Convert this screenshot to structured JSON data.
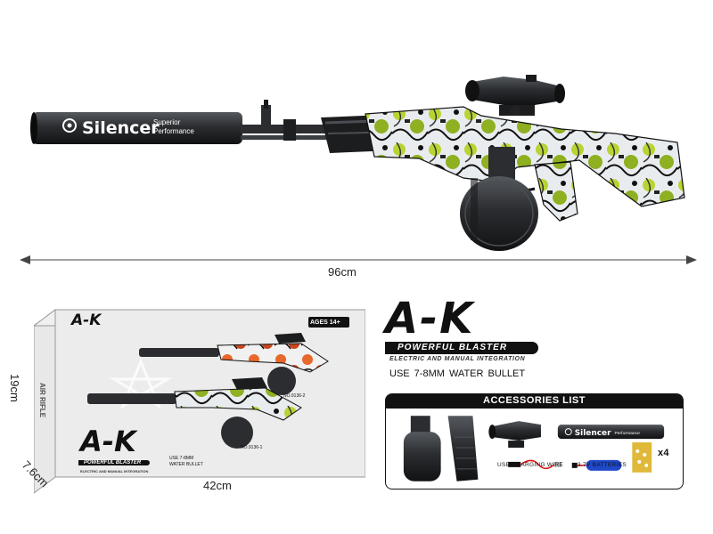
{
  "rifle": {
    "silencer_text": "Silencer",
    "silencer_tag_1": "Superior",
    "silencer_tag_2": "Performance"
  },
  "dimensions": {
    "length": "96cm",
    "height": "19cm",
    "depth": "7.6cm",
    "width": "42cm"
  },
  "box": {
    "brand": "A-K",
    "ages_badge": "AGES 14+",
    "front_brand": "A-K",
    "front_sub": "POWERFUL BLASTER",
    "front_sub2": "ELECTRIC AND MANUAL INTEGRATION",
    "front_usage": "USE 7-8MM WATER BULLET",
    "model_top": "NO.9136-2",
    "model_bottom": "NO.9136-1",
    "side_text": "AIR RIFLE"
  },
  "product": {
    "title": "A-K",
    "subtitle": "POWERFUL BLASTER",
    "subtitle2": "ELECTRIC AND MANUAL INTEGRATION",
    "usage": "USE 7-8MM   WATER BULLET"
  },
  "accessories": {
    "title": "ACCESSORIES LIST",
    "usb_caption": "USB CHARGING WIRE",
    "battery_caption": "3.7V BATTERIES",
    "bullets_count": "x4",
    "silencer_text": "Silencer",
    "silencer_tag": "Performance"
  },
  "colors": {
    "accent_orange": "#f28a1c",
    "camo_green": "#b7d433",
    "camo_orange": "#e8672a",
    "dark": "#111111",
    "metal": "#2b2d30"
  },
  "icons": [
    "silencer-icon",
    "scope-icon",
    "drum-magazine-icon",
    "stick-magazine-icon",
    "usb-wire-icon",
    "battery-icon",
    "water-bullets-pack-icon"
  ]
}
